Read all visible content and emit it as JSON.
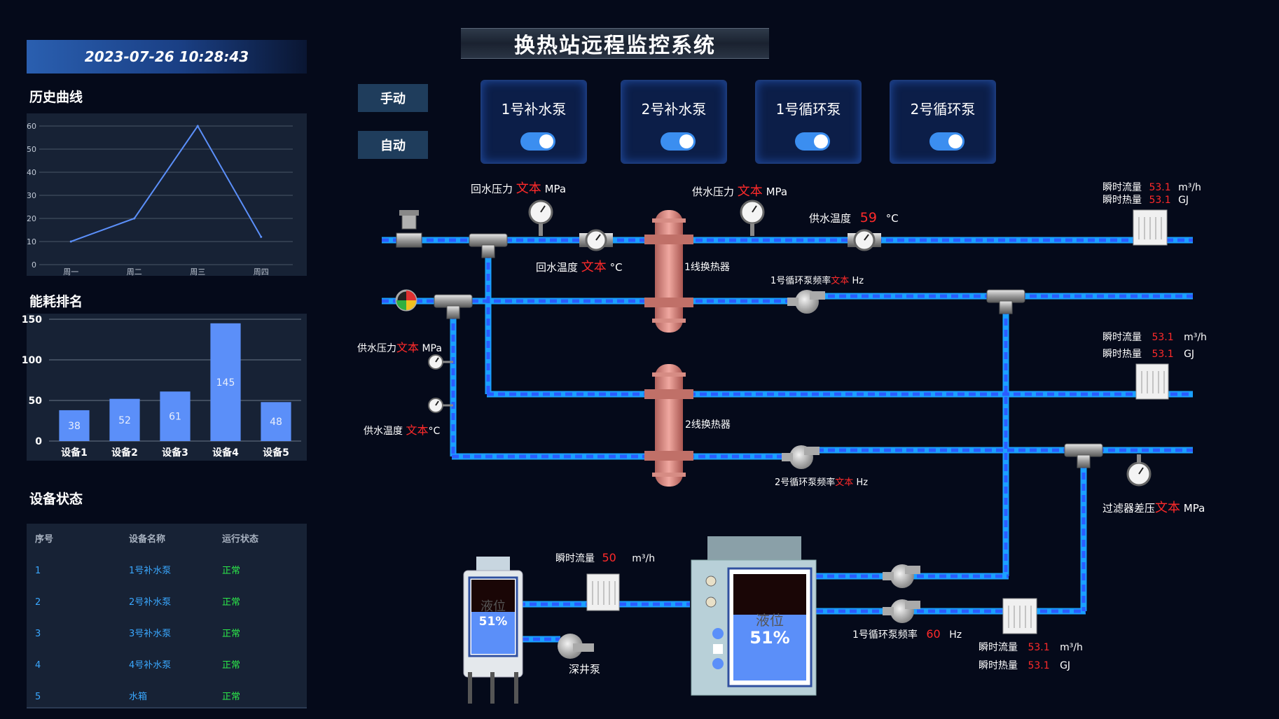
{
  "datetime": "2023-07-26 10:28:43",
  "title": "换热站远程监控系统",
  "sections": {
    "history": "历史曲线",
    "energy": "能耗排名",
    "status": "设备状态"
  },
  "modes": {
    "manual": "手动",
    "auto": "自动"
  },
  "pumps": [
    {
      "label": "1号补水泵",
      "on": true
    },
    {
      "label": "2号补水泵",
      "on": true
    },
    {
      "label": "1号循环泵",
      "on": true
    },
    {
      "label": "2号循环泵",
      "on": true
    }
  ],
  "chart_data": [
    {
      "type": "line",
      "categories": [
        "周一",
        "周二",
        "周三",
        "周四"
      ],
      "values": [
        10,
        20,
        60,
        12
      ],
      "ylim": [
        0,
        60
      ],
      "yticks": [
        "0",
        "10",
        "20",
        "30",
        "40",
        "50",
        "60"
      ],
      "grid": true,
      "color": "#5b8ff9"
    },
    {
      "type": "bar",
      "categories": [
        "设备1",
        "设备2",
        "设备3",
        "设备4",
        "设备5"
      ],
      "values": [
        38,
        52,
        61,
        145,
        48
      ],
      "ylim": [
        0,
        150
      ],
      "yticks": [
        "0",
        "50",
        "100",
        "150"
      ],
      "grid": true,
      "color": "#5b8ff9"
    }
  ],
  "table": {
    "headers": [
      "序号",
      "设备名称",
      "运行状态"
    ],
    "rows": [
      [
        "1",
        "1号补水泵",
        "正常"
      ],
      [
        "2",
        "2号补水泵",
        "正常"
      ],
      [
        "3",
        "3号补水泵",
        "正常"
      ],
      [
        "4",
        "4号补水泵",
        "正常"
      ],
      [
        "5",
        "水箱",
        "正常"
      ]
    ]
  },
  "labels": {
    "return_pressure": "回水压力",
    "supply_pressure": "供水压力",
    "supply_temp": "供水温度",
    "return_temp": "回水温度",
    "inst_flow": "瞬时流量",
    "inst_heat": "瞬时热量",
    "pump1_freq": "1号循环泵频率",
    "pump2_freq": "2号循环泵频率",
    "filter_dp": "过滤器差压",
    "exchanger1": "1线换热器",
    "exchanger2": "2线换热器",
    "deep_pump": "深井泵",
    "level": "液位",
    "text_placeholder": "文本"
  },
  "units": {
    "mpa": "MPa",
    "celsius": "°C",
    "flow": "m³/h",
    "gj": "GJ",
    "hz": "Hz"
  },
  "values": {
    "supply_temp_main": "59",
    "flow_value": "53.1",
    "heat_value": "53.1",
    "deep_flow": "50",
    "pump_freq_bottom": "60",
    "tank_small_level": "51%",
    "tank_big_level": "51%"
  },
  "colors": {
    "pipe": "#1aa0ff",
    "pipe_dash": "#2b5cff",
    "accent_red": "#ff2a2a",
    "status_ok": "#2ce94a"
  }
}
